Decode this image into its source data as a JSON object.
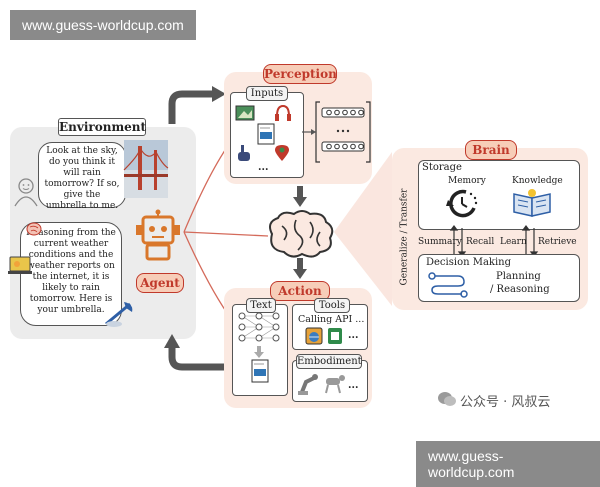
{
  "watermark": {
    "top": "www.guess-worldcup.com",
    "bottom": "www.guess-worldcup.com"
  },
  "environment": {
    "title": "Environment",
    "speech_user": "Look at the sky, do you think it will rain tomorrow? If so, give the umbrella to me.",
    "speech_agent": "Reasoning from the current weather conditions and the weather reports on the internet, it is likely to rain tomorrow. Here is your umbrella."
  },
  "agent": {
    "label": "Agent"
  },
  "perception": {
    "title": "Perception",
    "inputs_label": "Inputs",
    "ellipsis": "..."
  },
  "action": {
    "title": "Action",
    "text_label": "Text",
    "tools_label": "Tools",
    "calling_api": "Calling API ...",
    "embodiment_label": "Embodiment",
    "ellipsis": "..."
  },
  "brain": {
    "title": "Brain",
    "storage": "Storage",
    "memory": "Memory",
    "knowledge": "Knowledge",
    "summary": "Summary",
    "recall": "Recall",
    "learn": "Learn",
    "retrieve": "Retrieve",
    "generalize": "Generalize / Transfer",
    "decision": "Decision Making",
    "planning": "Planning",
    "reasoning": "/ Reasoning"
  },
  "credit": "公众号 · 风叔云",
  "colors": {
    "accent": "#c0392b",
    "panel_pink": "#fbe9e1",
    "panel_gray": "#efefef",
    "robot": "#d9772b"
  }
}
